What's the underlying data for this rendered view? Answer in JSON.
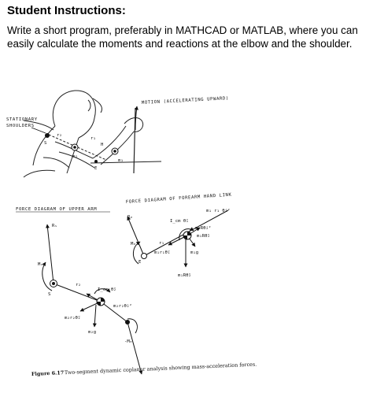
{
  "heading": "Student Instructions:",
  "instructions": "Write a short program, preferably in MATHCAD or MATLAB, where you can easily calculate the moments and reactions at the elbow and the shoulder.",
  "figure": {
    "top": {
      "motion_label": "MOTION (ACCELERATING UPWARD)",
      "stationary_label_line1": "STATIONARY",
      "stationary_label_line2": "SHOULDERS",
      "label_s": "S",
      "label_r1": "r₁",
      "label_r2": "r₂",
      "label_m2": "m₂",
      "label_m1": "m₁",
      "label_e": "E",
      "label_h": "H"
    },
    "upper_arm": {
      "title": "FORCE DIAGRAM OF UPPER ARM",
      "rs": "Rₛ",
      "ms": "Mₛ",
      "s": "S",
      "r2": "r₂",
      "icm": "I_cm θ̈₂",
      "m2r2w": "m₂r₂θ̇₂²",
      "m2r2a": "m₂r₂θ̈₂",
      "m2g": "m₂g",
      "neg_me": "-Mₑ"
    },
    "forearm": {
      "title": "FORCE DIAGRAM OF FOREARM HAND LINK",
      "re": "Rₑ",
      "icm": "I_cm θ̈₁",
      "m1r1w": "m₁ r₁ θ̇₁²",
      "m1r1w2": "m₁Rθ̇₂²",
      "m1r1a": "m₁Rθ̈₂",
      "me": "Mₑ",
      "e": "E",
      "r1": "r₁",
      "m1r1a1": "m₁r₁θ̈₁",
      "m1g": "m₁g",
      "m1rw2": "m₁Rθ̈₂"
    },
    "caption_label": "Figure 6.17",
    "caption_text": "Two-segment dynamic coplanar analysis showing mass-acceleration forces."
  }
}
